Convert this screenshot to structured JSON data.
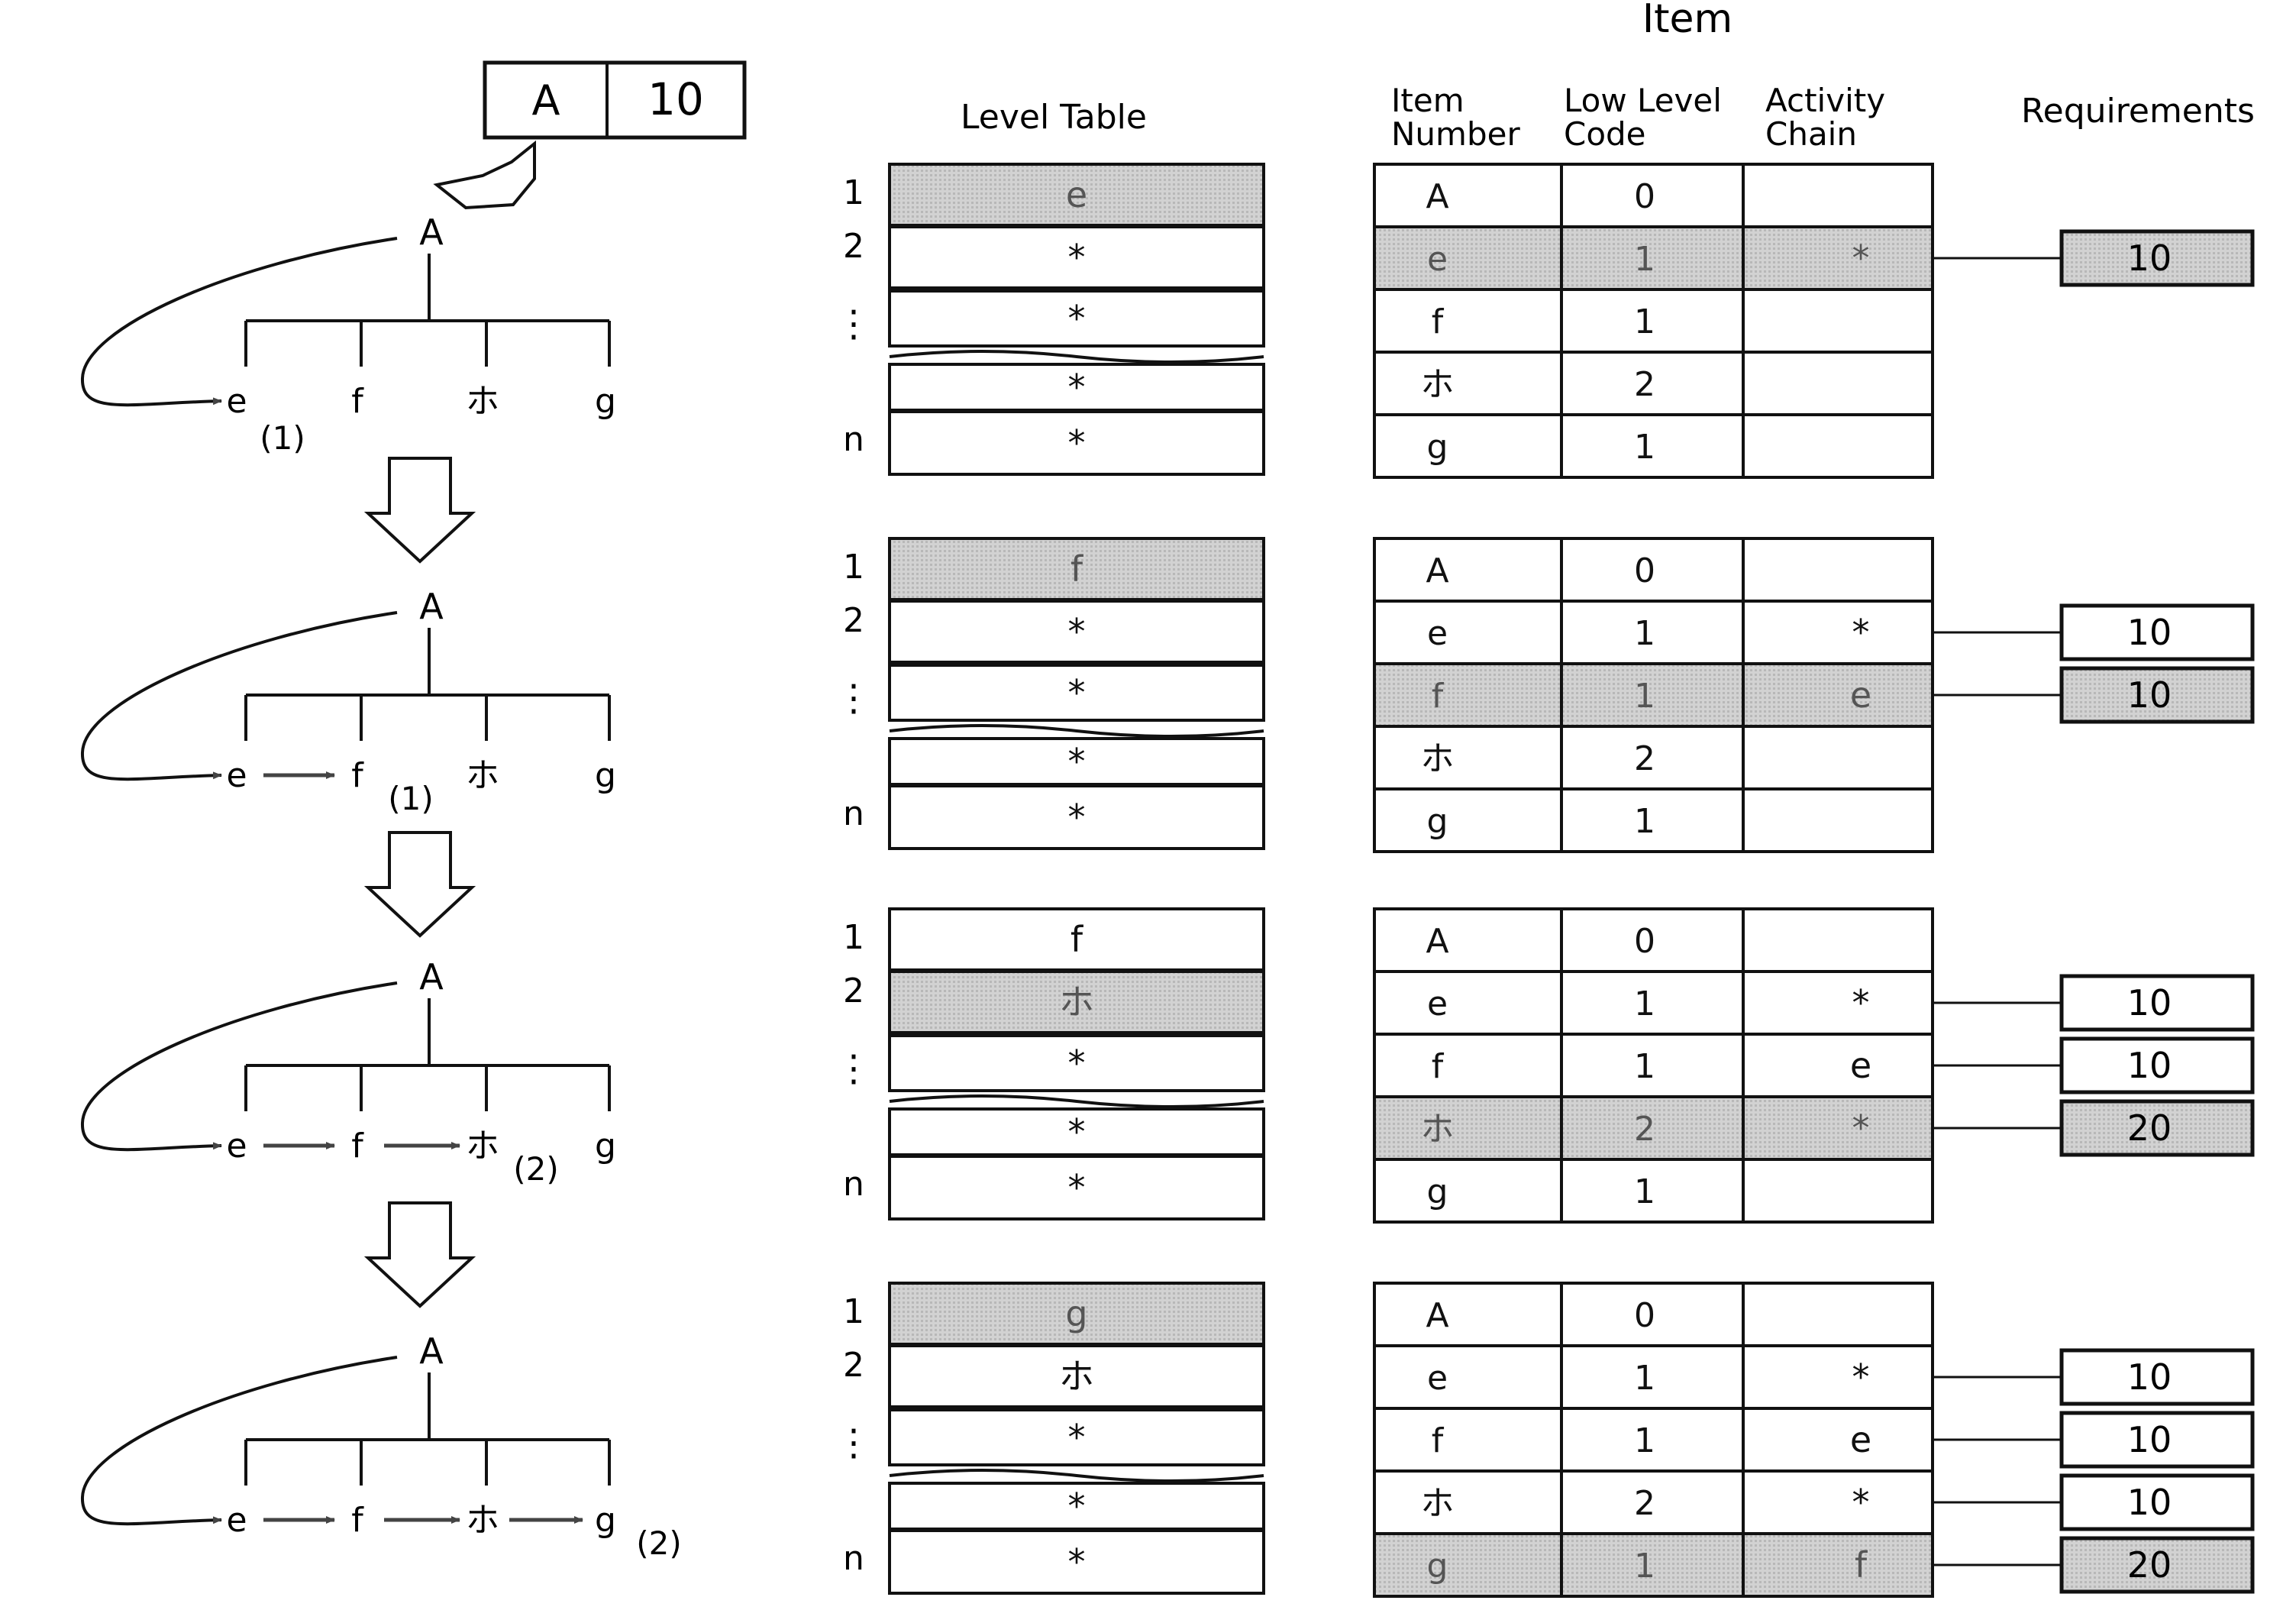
{
  "header": {
    "item_title": "Item",
    "level_table_title": "Level Table",
    "col_item_number_1": "Item",
    "col_item_number_2": "Number",
    "col_low_level_1": "Low Level",
    "col_low_level_2": "Code",
    "col_activity_1": "Activity",
    "col_activity_2": "Chain",
    "col_requirements": "Requirements"
  },
  "top_box": {
    "item": "A",
    "qty": "10"
  },
  "root_label": "A",
  "level_labels": [
    "1",
    "2",
    "⋮",
    "n"
  ],
  "stages": [
    {
      "tree_leaves": [
        "e",
        "f",
        "ホ",
        "g"
      ],
      "tree_note": "(1)",
      "tree_note_after": 0,
      "chain_arrows": 0,
      "level_table": [
        "e",
        "*",
        "*",
        "*",
        "*"
      ],
      "level_highlight": 0,
      "rows": [
        {
          "item": "A",
          "llc": "0",
          "chain": ""
        },
        {
          "item": "e",
          "llc": "1",
          "chain": "*"
        },
        {
          "item": "f",
          "llc": "1",
          "chain": ""
        },
        {
          "item": "ホ",
          "llc": "2",
          "chain": ""
        },
        {
          "item": "g",
          "llc": "1",
          "chain": ""
        }
      ],
      "highlight_row": 1,
      "requirements": [
        {
          "row": 1,
          "value": "10"
        }
      ]
    },
    {
      "tree_leaves": [
        "e",
        "f",
        "ホ",
        "g"
      ],
      "tree_note": "(1)",
      "tree_note_after": 1,
      "chain_arrows": 1,
      "level_table": [
        "f",
        "*",
        "*",
        "*",
        "*"
      ],
      "level_highlight": 0,
      "rows": [
        {
          "item": "A",
          "llc": "0",
          "chain": ""
        },
        {
          "item": "e",
          "llc": "1",
          "chain": "*"
        },
        {
          "item": "f",
          "llc": "1",
          "chain": "e"
        },
        {
          "item": "ホ",
          "llc": "2",
          "chain": ""
        },
        {
          "item": "g",
          "llc": "1",
          "chain": ""
        }
      ],
      "highlight_row": 2,
      "requirements": [
        {
          "row": 1,
          "value": "10"
        },
        {
          "row": 2,
          "value": "10"
        }
      ]
    },
    {
      "tree_leaves": [
        "e",
        "f",
        "ホ",
        "g"
      ],
      "tree_note": "(2)",
      "tree_note_after": 2,
      "chain_arrows": 2,
      "level_table": [
        "f",
        "ホ",
        "*",
        "*",
        "*"
      ],
      "level_highlight": 1,
      "rows": [
        {
          "item": "A",
          "llc": "0",
          "chain": ""
        },
        {
          "item": "e",
          "llc": "1",
          "chain": "*"
        },
        {
          "item": "f",
          "llc": "1",
          "chain": "e"
        },
        {
          "item": "ホ",
          "llc": "2",
          "chain": "*"
        },
        {
          "item": "g",
          "llc": "1",
          "chain": ""
        }
      ],
      "highlight_row": 3,
      "requirements": [
        {
          "row": 1,
          "value": "10"
        },
        {
          "row": 2,
          "value": "10"
        },
        {
          "row": 3,
          "value": "20"
        }
      ]
    },
    {
      "tree_leaves": [
        "e",
        "f",
        "ホ",
        "g"
      ],
      "tree_note": "(2)",
      "tree_note_after": 3,
      "chain_arrows": 3,
      "level_table": [
        "g",
        "ホ",
        "*",
        "*",
        "*"
      ],
      "level_highlight": 0,
      "rows": [
        {
          "item": "A",
          "llc": "0",
          "chain": ""
        },
        {
          "item": "e",
          "llc": "1",
          "chain": "*"
        },
        {
          "item": "f",
          "llc": "1",
          "chain": "e"
        },
        {
          "item": "ホ",
          "llc": "2",
          "chain": "*"
        },
        {
          "item": "g",
          "llc": "1",
          "chain": "f"
        }
      ],
      "highlight_row": 4,
      "requirements": [
        {
          "row": 1,
          "value": "10"
        },
        {
          "row": 2,
          "value": "10"
        },
        {
          "row": 3,
          "value": "10"
        },
        {
          "row": 4,
          "value": "20"
        }
      ]
    }
  ],
  "colors": {
    "highlight": "#c4c4c4",
    "line": "#111111",
    "arrow_fill": "#444444"
  }
}
